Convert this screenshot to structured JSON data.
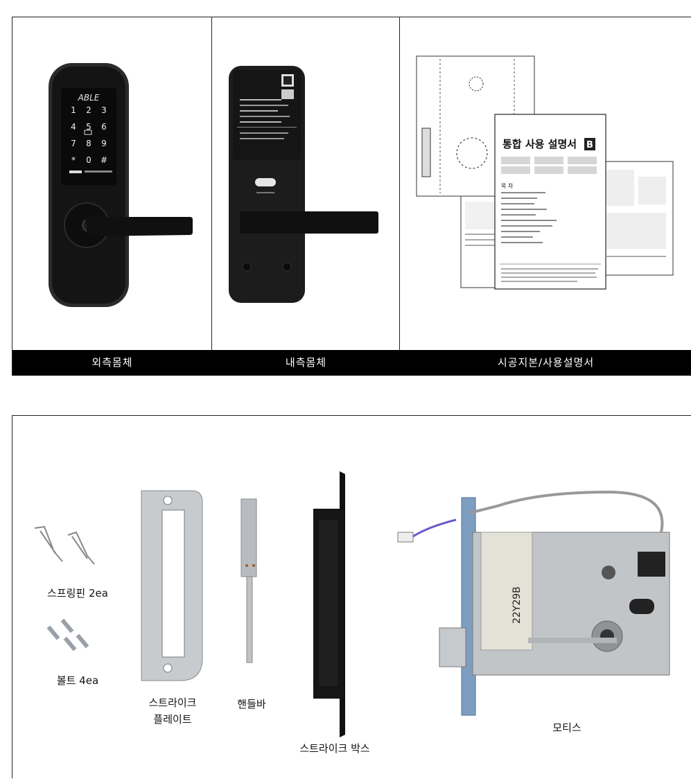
{
  "top": {
    "captions": [
      "외측몸체",
      "내측몸체",
      "시공지본/사용설명서"
    ],
    "front_lock": {
      "brand": "ABLE",
      "keys": [
        "1",
        "2",
        "3",
        "4",
        "5",
        "6",
        "7",
        "8",
        "9",
        "*",
        "0",
        "#"
      ]
    },
    "manual": {
      "title": "통합 사용 설명서",
      "title_badge": "B",
      "toc_heading": "목 차"
    }
  },
  "bottom": {
    "parts": {
      "spring_pin": "스프링핀 2ea",
      "bolt": "볼트 4ea",
      "strike_plate_line1": "스트라이크",
      "strike_plate_line2": "플레이트",
      "handle_bar": "핸들바",
      "strike_box": "스트라이크 박스",
      "mortise": "모티스",
      "mortise_sticker": "22Y29B"
    }
  },
  "colors": {
    "caption_bg": "#000000",
    "lock_body": "#1c1c1c",
    "steel": "#b9bcc0"
  }
}
